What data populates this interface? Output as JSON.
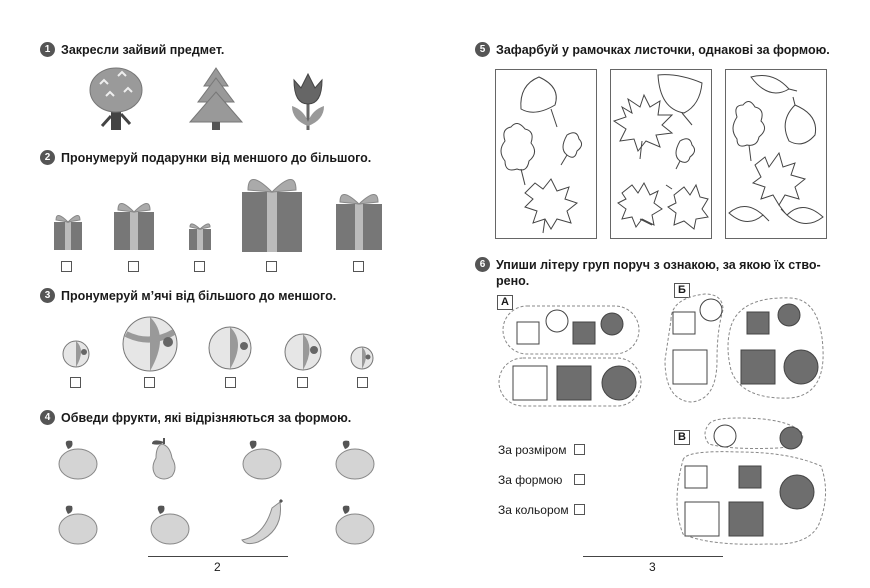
{
  "left_page": {
    "page_number": "2",
    "tasks": [
      {
        "number": "1",
        "text": "Закресли зайвий предмет."
      },
      {
        "number": "2",
        "text": "Пронумеруй подарунки від меншого до більшого."
      },
      {
        "number": "3",
        "text": "Пронумеруй м’ячі від більшого до меншого."
      },
      {
        "number": "4",
        "text": "Обведи фрукти, які відрізняються за формою."
      }
    ]
  },
  "right_page": {
    "page_number": "3",
    "tasks": [
      {
        "number": "5",
        "text": "Зафарбуй у рамочках листочки, однакові за формою."
      },
      {
        "number": "6",
        "text_line1": "Упиши літеру груп поруч з ознакою, за якою їх ство-",
        "text_line2": "рено."
      }
    ],
    "groups": [
      "А",
      "Б",
      "В"
    ],
    "options": [
      "За розміром",
      "За формою",
      "За кольором"
    ]
  },
  "colors": {
    "fill_dark": "#6e6e6e",
    "fill_light": "#d9d9d9",
    "badge": "#555555"
  }
}
